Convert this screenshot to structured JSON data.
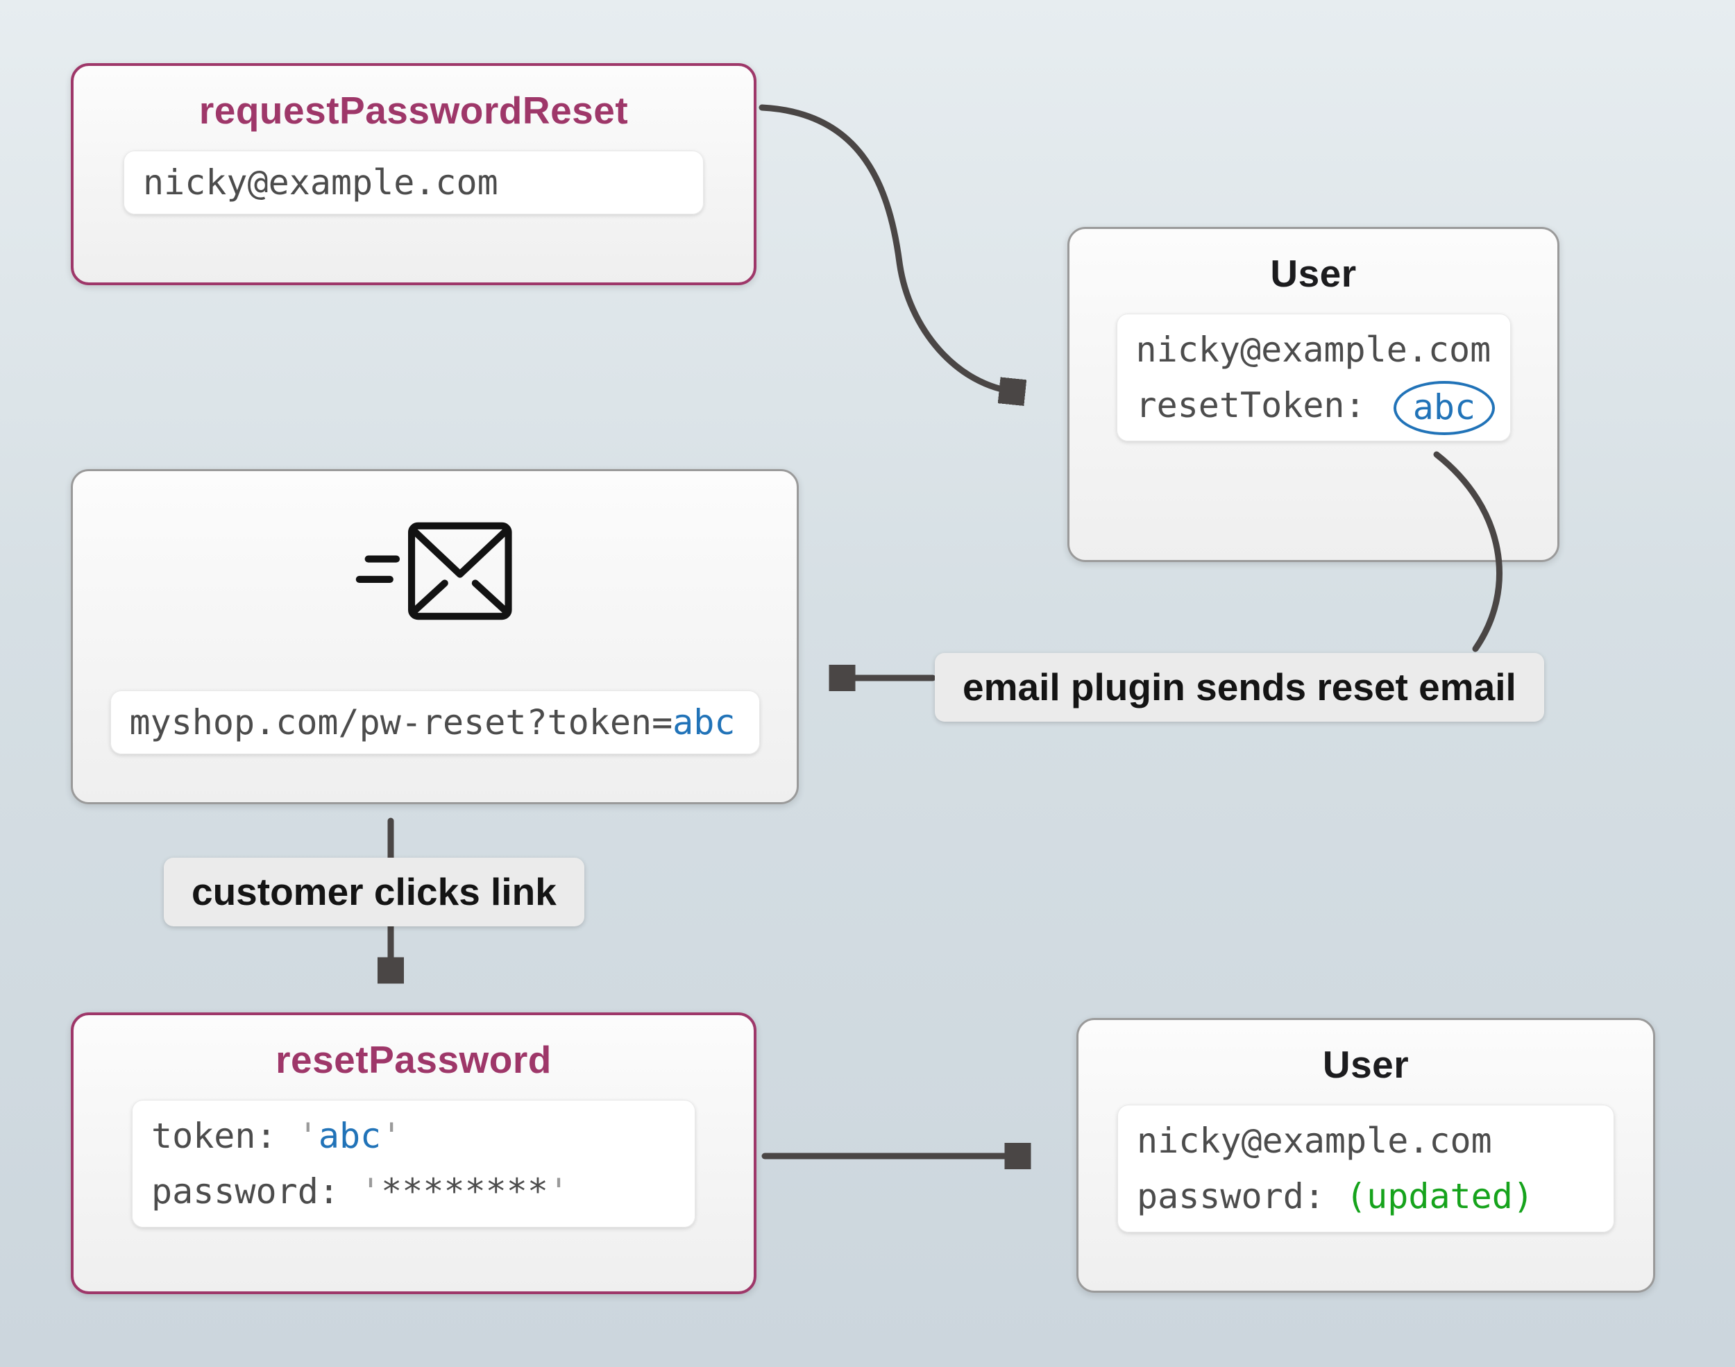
{
  "canvas": {
    "bg_top": "#e7edf0",
    "bg_bottom": "#ccd6dd"
  },
  "colors": {
    "purple": "#9e3769",
    "blue": "#2173b8",
    "green": "#16a31c",
    "arrow": "#4a4645"
  },
  "nodes": {
    "request_password_reset": {
      "title": "requestPasswordReset",
      "email": "nicky@example.com"
    },
    "user_top": {
      "title": "User",
      "email": "nicky@example.com",
      "reset_token_label": "resetToken:",
      "reset_token_value": "abc"
    },
    "reset_email": {
      "icon": "email-send-icon",
      "url_prefix": "myshop.com/pw-reset?token=",
      "url_token": "abc"
    },
    "reset_password": {
      "title": "resetPassword",
      "token_label": "token:",
      "quote": "'",
      "token_value": "abc",
      "password_label": "password:",
      "password_masked": "********"
    },
    "user_bottom": {
      "title": "User",
      "email": "nicky@example.com",
      "password_label": "password:",
      "password_value": "(updated)"
    }
  },
  "annotations": {
    "email_plugin": "email plugin sends reset email",
    "customer_clicks": "customer clicks link"
  }
}
